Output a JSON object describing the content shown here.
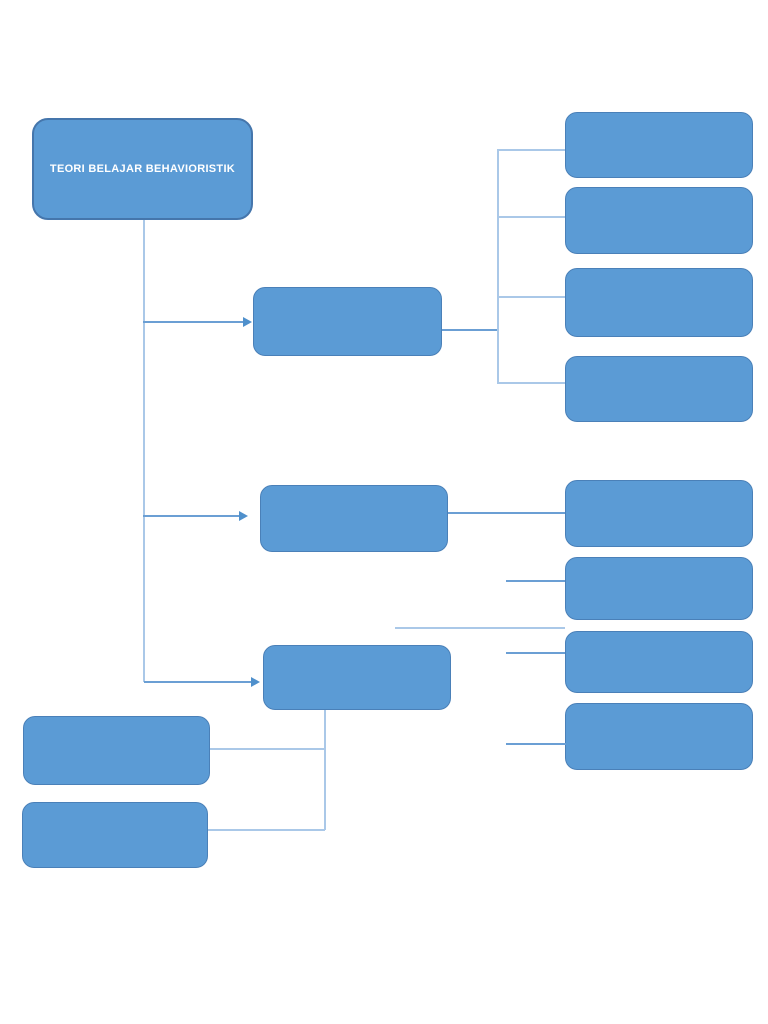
{
  "diagram": {
    "root_label": "TEORI BELAJAR BEHAVIORISTIK",
    "nodes": [
      {
        "id": "root",
        "label": "TEORI BELAJAR BEHAVIORISTIK",
        "role": "main-topic"
      },
      {
        "id": "branch-1",
        "label": "",
        "role": "middle-branch"
      },
      {
        "id": "branch-2",
        "label": "",
        "role": "middle-branch"
      },
      {
        "id": "branch-3",
        "label": "",
        "role": "middle-branch"
      },
      {
        "id": "leaf-1a",
        "label": "",
        "role": "right-leaf-group1"
      },
      {
        "id": "leaf-1b",
        "label": "",
        "role": "right-leaf-group1"
      },
      {
        "id": "leaf-1c",
        "label": "",
        "role": "right-leaf-group1"
      },
      {
        "id": "leaf-1d",
        "label": "",
        "role": "right-leaf-group1"
      },
      {
        "id": "leaf-2a",
        "label": "",
        "role": "right-leaf-group2"
      },
      {
        "id": "leaf-2b",
        "label": "",
        "role": "right-leaf-group2"
      },
      {
        "id": "leaf-2c",
        "label": "",
        "role": "right-leaf-group2"
      },
      {
        "id": "leaf-2d",
        "label": "",
        "role": "right-leaf-group2"
      },
      {
        "id": "leaf-3a",
        "label": "",
        "role": "bottom-left-leaf"
      },
      {
        "id": "leaf-3b",
        "label": "",
        "role": "bottom-left-leaf"
      }
    ]
  },
  "colors": {
    "page_bg": "#ffffff",
    "node_fill": "#5b9bd5",
    "node_border": "#4a80b8",
    "root_border": "#4576ac",
    "connector_light": "#aac8e8",
    "connector_medium": "#6b9fd4",
    "arrowhead": "#4f90cc",
    "text_color": "#ffffff"
  }
}
